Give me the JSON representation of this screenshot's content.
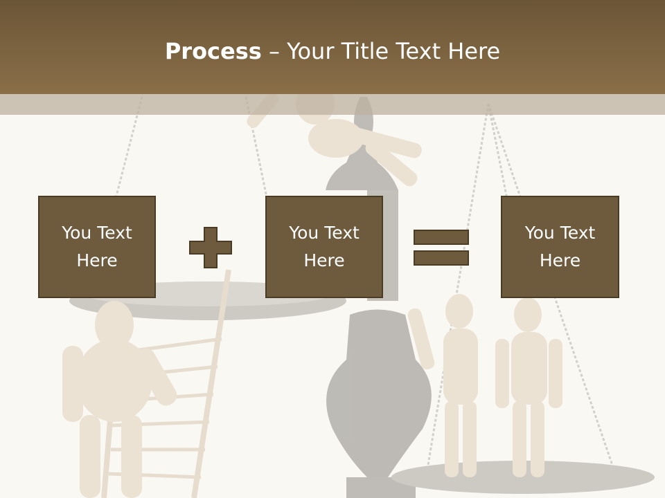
{
  "slide": {
    "title_bold": "Process",
    "title_sep": " – ",
    "title_rest": "Your Title Text Here",
    "boxes": [
      {
        "line1": "You Text",
        "line2": "Here"
      },
      {
        "line1": "You Text",
        "line2": "Here"
      },
      {
        "line1": "You Text",
        "line2": "Here"
      }
    ]
  },
  "colors": {
    "title_bar": "#8a6f48",
    "box_fill": "#6e5b3e",
    "box_border": "#4a3b25",
    "operator": "#6e5b3e"
  },
  "icons": {
    "plus": "plus-icon",
    "equals": "equals-icon"
  }
}
